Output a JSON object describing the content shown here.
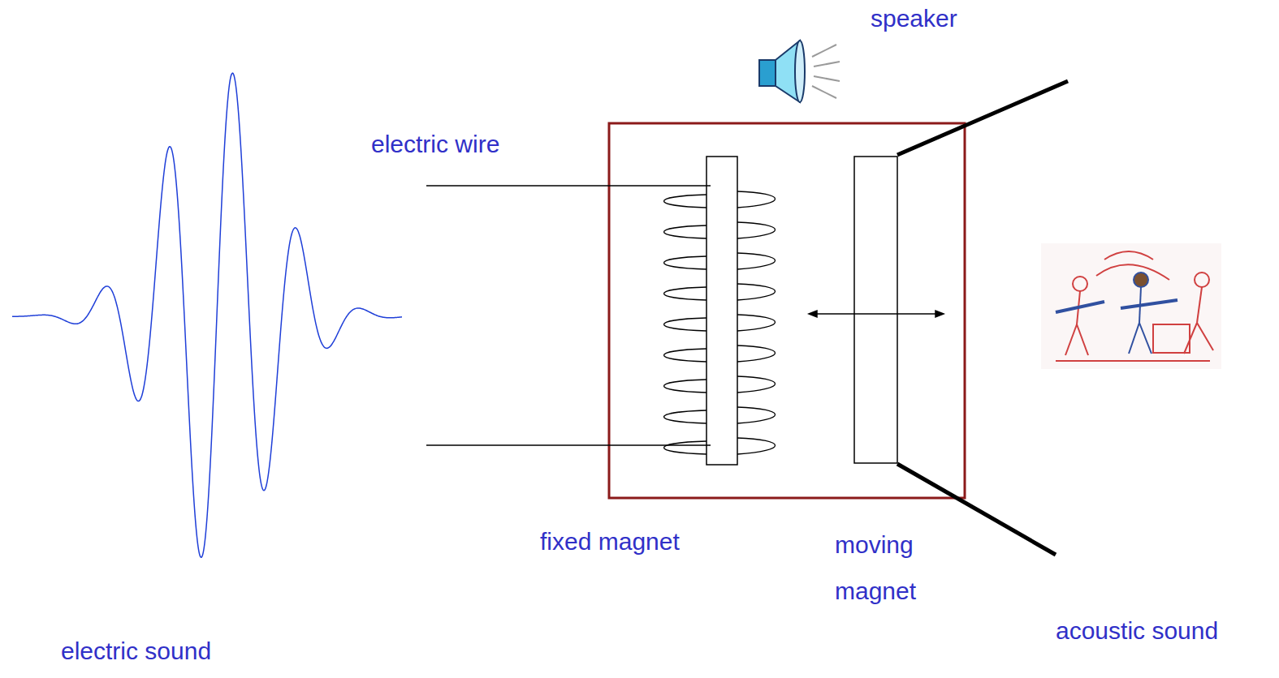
{
  "diagram": {
    "labels": [
      "speaker",
      "electric wire",
      "fixed magnet",
      "moving magnet",
      "acoustic sound",
      "electric sound"
    ]
  }
}
